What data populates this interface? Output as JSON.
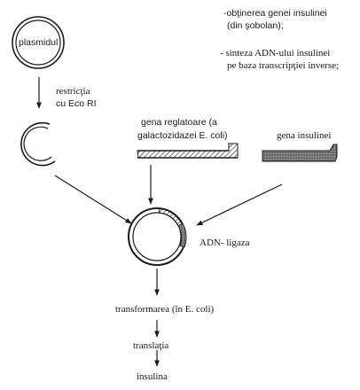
{
  "labels": {
    "plasmid": "plasmidul",
    "restriction_line1": "restricţia",
    "restriction_line2": "cu Eco RI",
    "regulatory_gene_line1": "gena reglatoare (a",
    "regulatory_gene_line2": "galactozidazei E. coli)",
    "insulin_gene": "gena insulinei",
    "ligase": "ADN- ligaza",
    "transformation": "transformarea  (în E. coli)",
    "translation": "translaţia",
    "insulin": "insulina"
  },
  "notes": {
    "note1_line1": "-obţinerea genei insulinei",
    "note1_line2": "(din şobolan);",
    "note2_line1": "- sinteza ADN-ului insulinei",
    "note2_line2": "pe baza transcripţiei inverse;"
  },
  "colors": {
    "ink": "#1a1a1a",
    "insulin_gene_fill": "#5a5a5a"
  }
}
